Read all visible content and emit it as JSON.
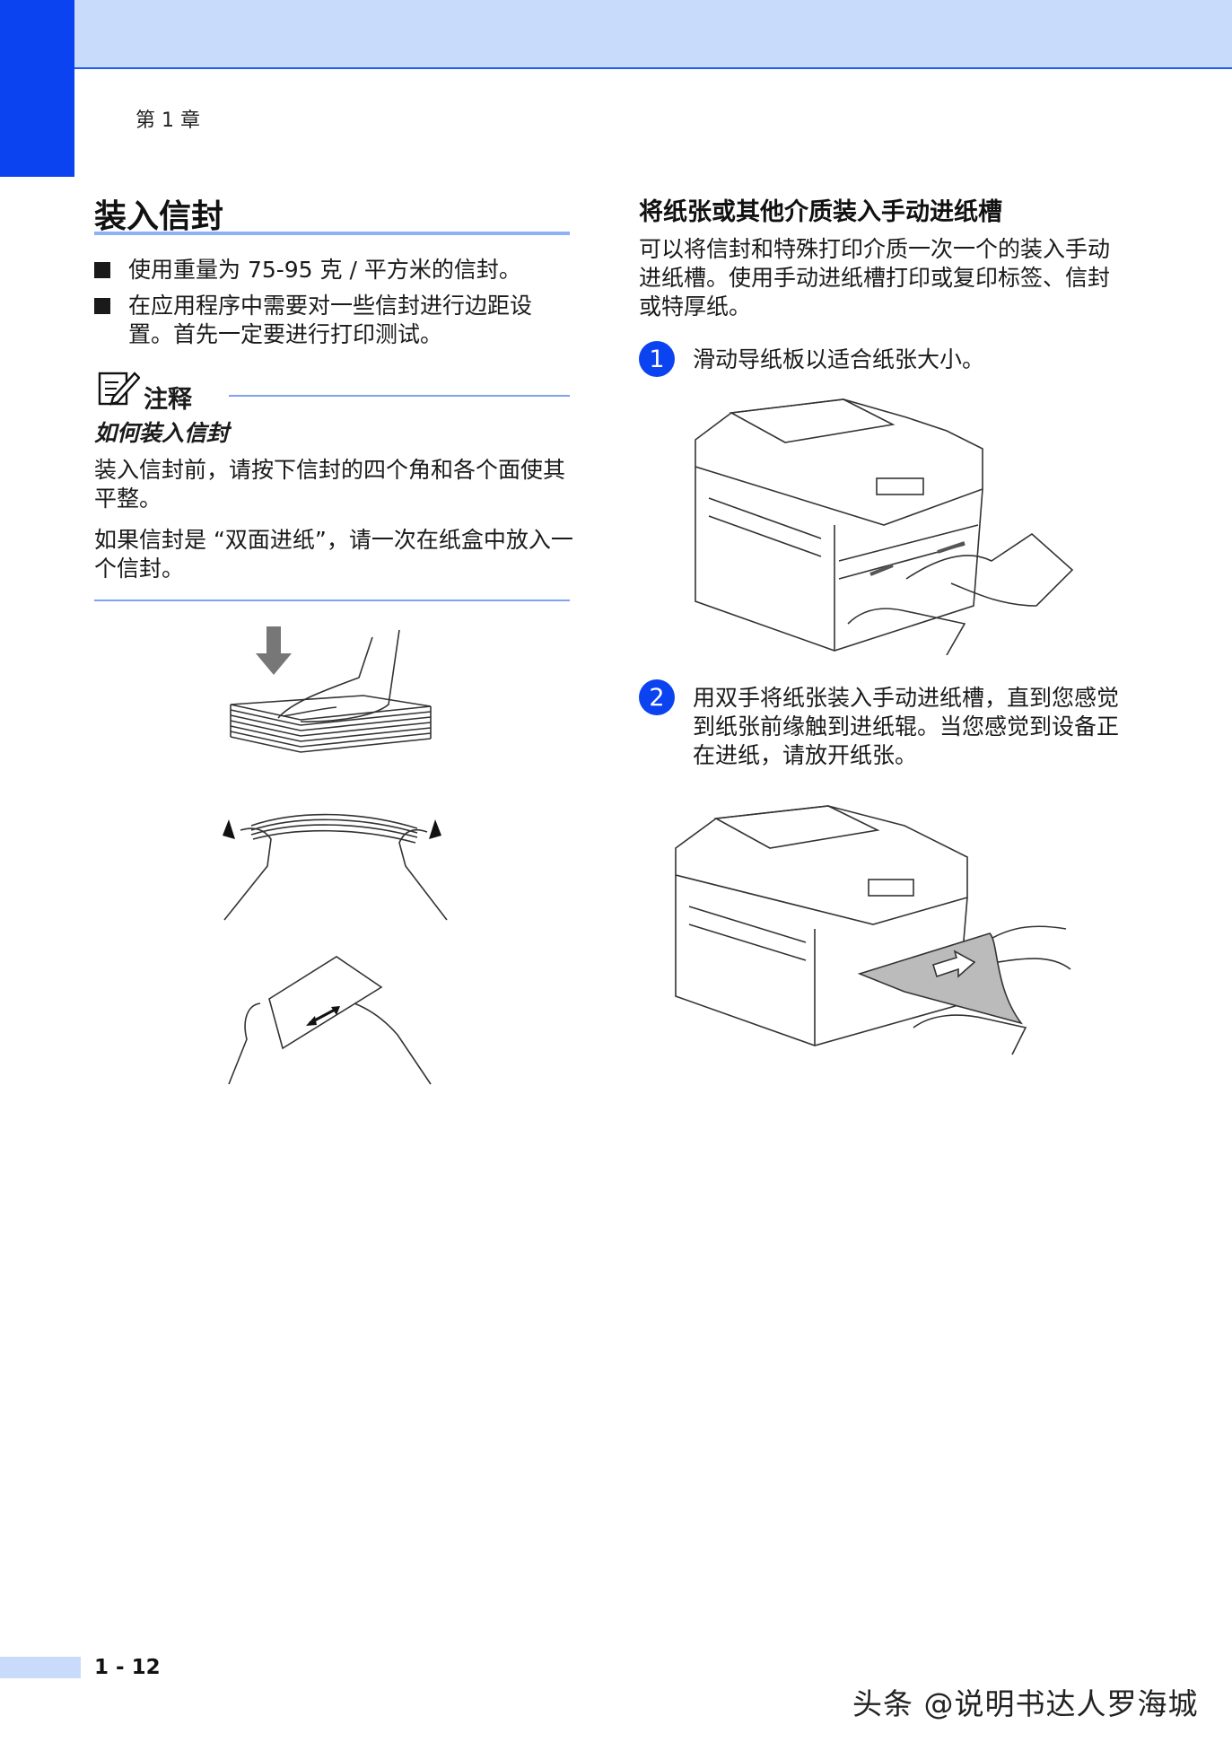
{
  "header": {
    "chapter": "第 1 章"
  },
  "left": {
    "title": "装入信封",
    "bullets": [
      "使用重量为 75-95 克 / 平方米的信封。",
      "在应用程序中需要对一些信封进行边距设置。首先一定要进行打印测试。"
    ],
    "note": {
      "title": "注释",
      "subtitle": "如何装入信封",
      "paragraphs": [
        "装入信封前，请按下信封的四个角和各个面使其平整。",
        "如果信封是 “双面进纸”，请一次在纸盒中放入一个信封。"
      ]
    }
  },
  "right": {
    "title": "将纸张或其他介质装入手动进纸槽",
    "intro": "可以将信封和特殊打印介质一次一个的装入手动进纸槽。使用手动进纸槽打印或复印标签、信封或特厚纸。",
    "steps": [
      {
        "number": "1",
        "text": "滑动导纸板以适合纸张大小。"
      },
      {
        "number": "2",
        "text": "用双手将纸张装入手动进纸槽，直到您感觉到纸张前缘触到进纸辊。当您感觉到设备正在进纸，请放开纸张。"
      }
    ]
  },
  "footer": {
    "page_number": "1 - 12",
    "watermark": "头条 @说明书达人罗海城"
  },
  "colors": {
    "accent": "#0b43f0",
    "band": "#c9dbfb",
    "rule": "#8fb0f6"
  },
  "icons": [
    "note-pencil-icon",
    "step-badge-1",
    "step-badge-2"
  ]
}
